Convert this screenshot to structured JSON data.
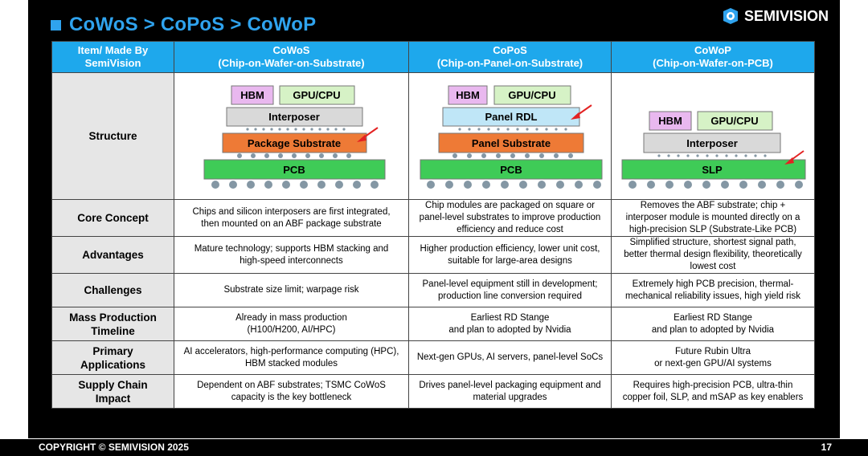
{
  "title": "CoWoS > CoPoS > CoWoP",
  "logo": {
    "text": "SEMIVISION"
  },
  "table": {
    "headers": [
      {
        "line1": "Item/ Made By",
        "line2": "SemiVision"
      },
      {
        "line1": "CoWoS",
        "line2": "(Chip-on-Wafer-on-Substrate)"
      },
      {
        "line1": "CoPoS",
        "line2": "(Chip-on-Panel-on-Substrate)"
      },
      {
        "line1": "CoWoP",
        "line2": "(Chip-on-Wafer-on-PCB)"
      }
    ],
    "structure_label": "Structure",
    "diagrams": [
      {
        "chips": [
          "HBM",
          "GPU/CPU"
        ],
        "layer1": "Interposer",
        "layer2": "Package Substrate",
        "layer3": "PCB"
      },
      {
        "chips": [
          "HBM",
          "GPU/CPU"
        ],
        "layer1": "Panel RDL",
        "layer2": "Panel Substrate",
        "layer3": "PCB"
      },
      {
        "chips": [
          "HBM",
          "GPU/CPU"
        ],
        "layer1": "Interposer",
        "layer3": "SLP"
      }
    ],
    "rows": [
      {
        "label": [
          "Core Concept"
        ],
        "cells": [
          [
            "Chips and silicon interposers are first integrated,",
            "then mounted on an ABF package substrate"
          ],
          [
            "Chip modules are packaged on square or",
            "panel-level substrates to improve production",
            "efficiency and reduce cost"
          ],
          [
            "Removes the ABF substrate; chip +",
            "interposer module is mounted directly on a",
            "high-precision SLP (Substrate-Like PCB)"
          ]
        ]
      },
      {
        "label": [
          "Advantages"
        ],
        "cells": [
          [
            "Mature technology; supports HBM stacking and",
            "high-speed interconnects"
          ],
          [
            "Higher production efficiency, lower unit cost,",
            "suitable for large-area designs"
          ],
          [
            "Simplified structure, shortest signal path,",
            "better thermal design flexibility, theoretically",
            "lowest cost"
          ]
        ]
      },
      {
        "label": [
          "Challenges"
        ],
        "cells": [
          [
            "Substrate size limit; warpage risk"
          ],
          [
            "Panel-level equipment still in development;",
            "production line conversion required"
          ],
          [
            "Extremely high PCB precision, thermal-",
            "mechanical reliability issues, high yield risk"
          ]
        ]
      },
      {
        "label": [
          "Mass Production",
          "Timeline"
        ],
        "cells": [
          [
            "Already in mass production",
            "(H100/H200, AI/HPC)"
          ],
          [
            "Earliest RD Stange",
            "and plan to adopted by Nvidia"
          ],
          [
            "Earliest RD Stange",
            "and plan to adopted by Nvidia"
          ]
        ]
      },
      {
        "label": [
          "Primary",
          "Applications"
        ],
        "cells": [
          [
            "AI accelerators, high-performance computing (HPC),",
            "HBM stacked modules"
          ],
          [
            "Next-gen GPUs, AI servers, panel-level SoCs"
          ],
          [
            "Future Rubin Ultra",
            "or next-gen GPU/AI systems"
          ]
        ]
      },
      {
        "label": [
          "Supply Chain",
          "Impact"
        ],
        "cells": [
          [
            "Dependent on ABF substrates; TSMC CoWoS",
            "capacity is the key bottleneck"
          ],
          [
            "Drives panel-level packaging equipment and",
            "material upgrades"
          ],
          [
            "Requires high-precision PCB, ultra-thin",
            "copper foil, SLP, and mSAP as key enablers"
          ]
        ]
      }
    ]
  },
  "footer": {
    "copyright": "COPYRIGHT © SEMIVISION 2025",
    "page": "17"
  },
  "colors": {
    "title": "#2fa3ee",
    "header_bg": "#1ea8ec",
    "hbm": "#e9b8ef",
    "gpu": "#d6f2c6",
    "interposer": "#d9d9d9",
    "panel_rdl": "#bfe6f7",
    "substrate": "#ee7a36",
    "pcb": "#3fcb57",
    "bump": "#8497a4",
    "arrow": "#e32222"
  }
}
